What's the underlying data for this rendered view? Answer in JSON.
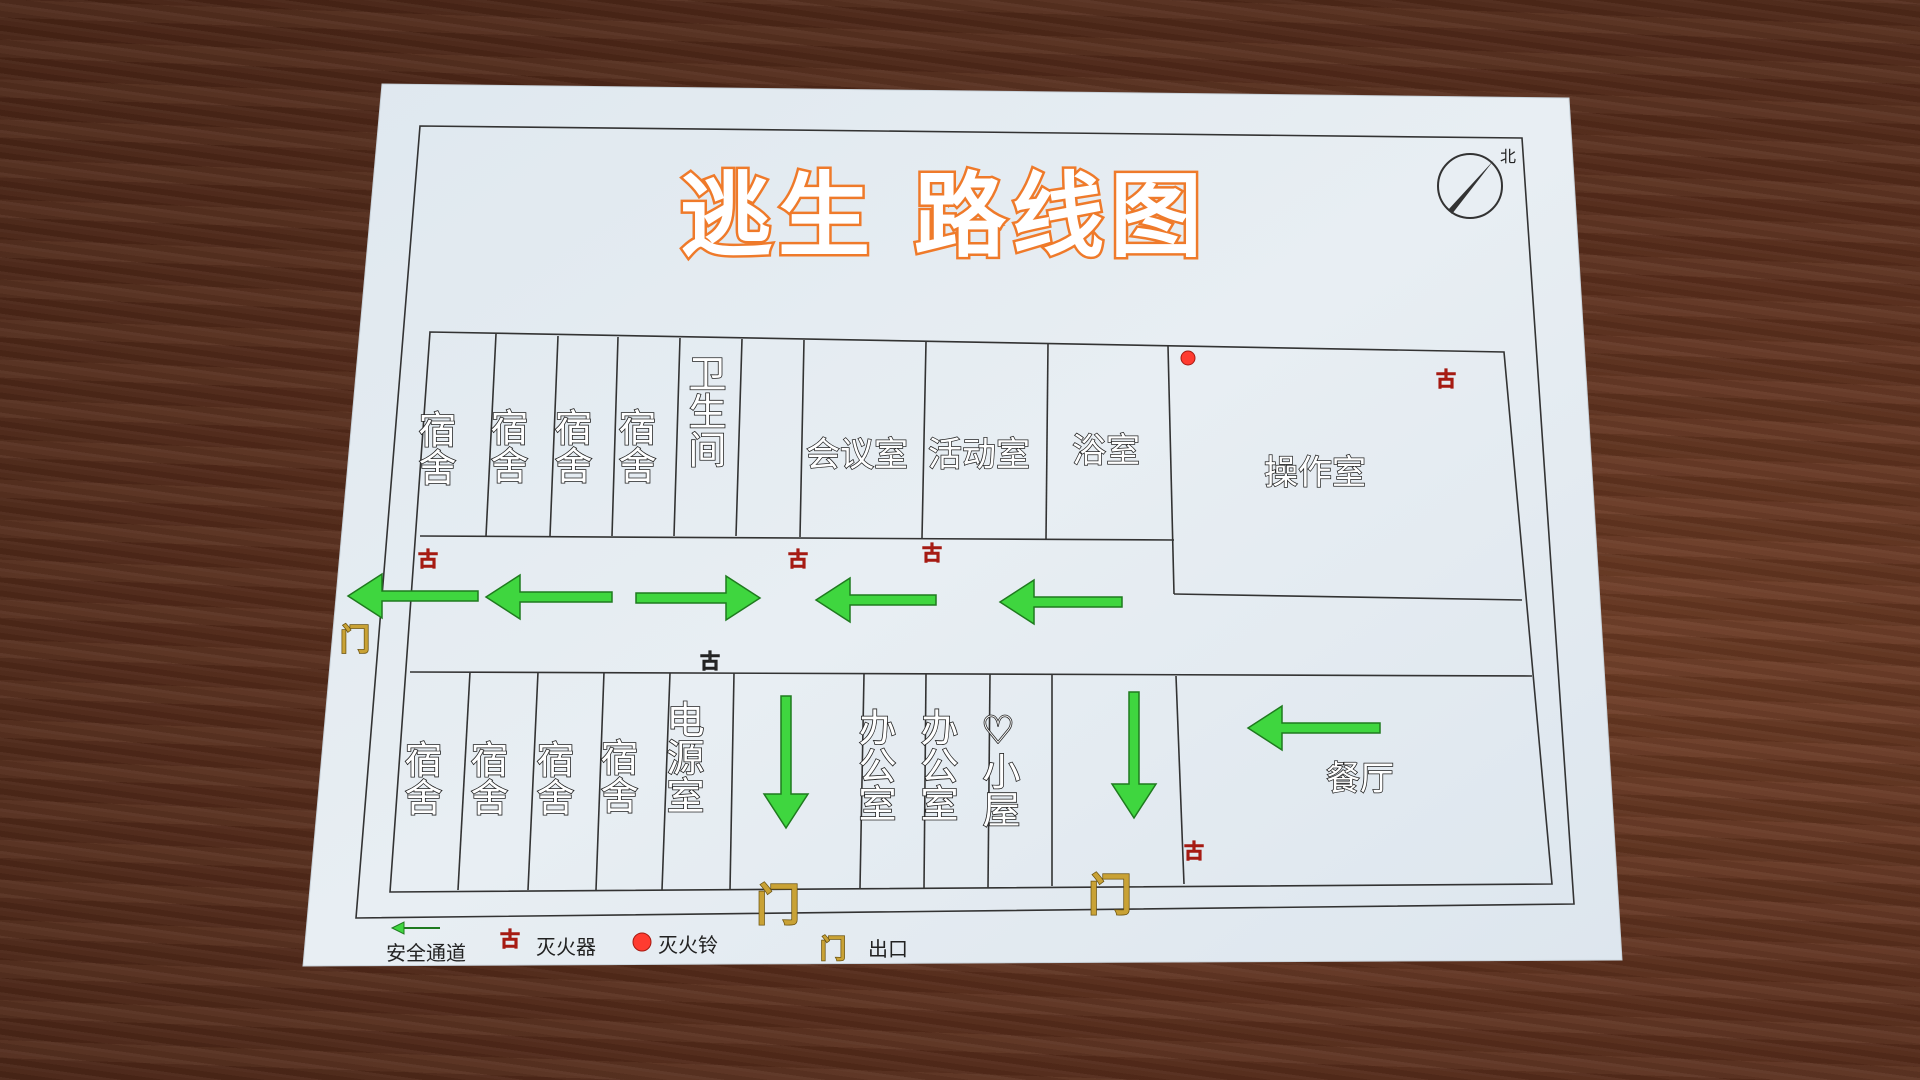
{
  "title": "逃生 路线图",
  "north_label": "北",
  "colors": {
    "arrow": "#3fd63f",
    "arrow_outline": "#1f7a1f",
    "title_outline": "#ef7a2a",
    "extinguisher": "#ff5a4e",
    "alarm": "#ff3b30",
    "door": "#c9a235"
  },
  "rooms_top": [
    {
      "id": "dorm-1",
      "label": "宿舍"
    },
    {
      "id": "dorm-2",
      "label": "宿舍"
    },
    {
      "id": "dorm-3",
      "label": "宿舍"
    },
    {
      "id": "dorm-4",
      "label": "宿舍"
    },
    {
      "id": "restroom",
      "label": "卫生间"
    },
    {
      "id": "meeting-room",
      "label": "会议室"
    },
    {
      "id": "activity-room",
      "label": "活动室"
    },
    {
      "id": "bathroom",
      "label": "浴室"
    },
    {
      "id": "operation-room",
      "label": "操作室"
    }
  ],
  "rooms_bottom": [
    {
      "id": "dorm-5",
      "label": "宿舍"
    },
    {
      "id": "dorm-6",
      "label": "宿舍"
    },
    {
      "id": "dorm-7",
      "label": "宿舍"
    },
    {
      "id": "dorm-8",
      "label": "宿舍"
    },
    {
      "id": "power-room",
      "label": "电源室"
    },
    {
      "id": "office-1",
      "label": "办公室"
    },
    {
      "id": "office-2",
      "label": "办公室"
    },
    {
      "id": "heart-hut",
      "label": "♡小屋"
    },
    {
      "id": "dining-hall",
      "label": "餐厅"
    }
  ],
  "door_label": "门",
  "extinguisher_symbol": "古",
  "legend": [
    {
      "symbol": "arrow",
      "label": "安全通道"
    },
    {
      "symbol": "extinguisher",
      "label": "灭火器"
    },
    {
      "symbol": "alarm",
      "label": "灭火铃"
    },
    {
      "symbol": "door",
      "label": "出口"
    }
  ]
}
